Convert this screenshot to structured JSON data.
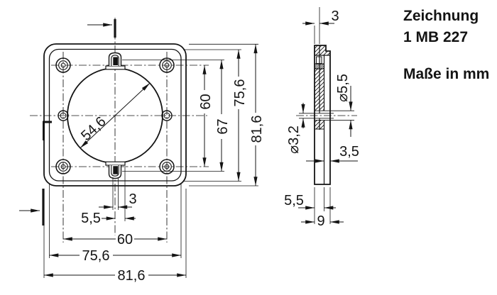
{
  "drawing": {
    "title": "Zeichnung",
    "number": "1 MB 227",
    "units": "Maße in mm"
  },
  "front_view": {
    "diameter_label": "54,6",
    "bottom_dims": {
      "slot_width": "3",
      "center_offset": "5,5",
      "hole_spacing": "60",
      "inner_width": "75,6",
      "outer_width": "81,6"
    },
    "right_dims": {
      "hole_spacing": "60",
      "tab_spacing": "67",
      "inner_height": "75,6",
      "outer_height": "81,6"
    }
  },
  "section_view": {
    "plate_thickness": "3",
    "counterbore_dia": "⌀5,5",
    "hole_dia": "⌀3,2",
    "boss_thickness": "3,5",
    "step_thickness": "5,5",
    "total_thickness": "9"
  },
  "colors": {
    "ink": "#141414",
    "background": "#ffffff"
  }
}
